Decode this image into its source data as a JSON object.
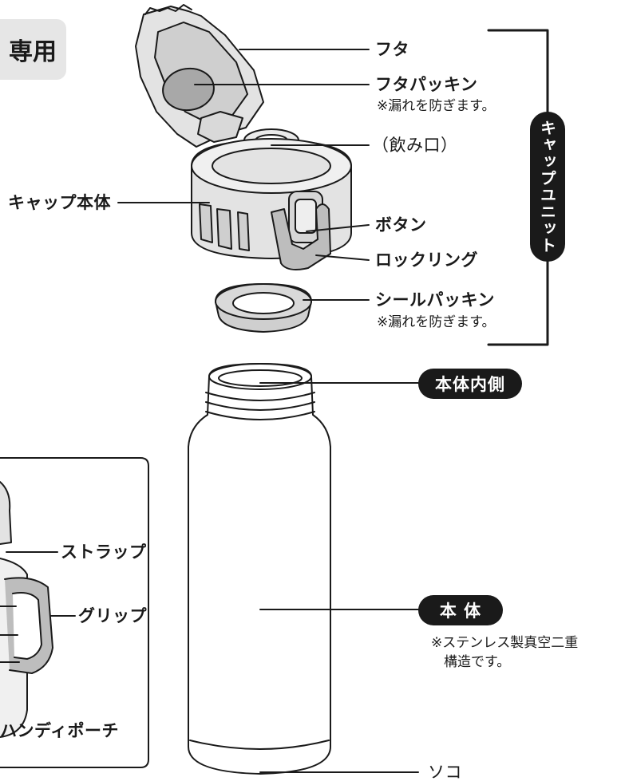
{
  "title_fragment": "専用",
  "labels": {
    "futa": "フタ",
    "futa_packing": "フタパッキン",
    "futa_packing_note": "※漏れを防ぎます。",
    "nomikuchi": "（飲み口）",
    "cap_body": "キャップ本体",
    "button": "ボタン",
    "lock_ring": "ロックリング",
    "seal_packing": "シールパッキン",
    "seal_packing_note": "※漏れを防ぎます。",
    "cap_unit": "キャップユニット",
    "inner": "本体内側",
    "body": "本 体",
    "body_note_1": "※ステンレス製真空二重",
    "body_note_2": "構造です。",
    "bottom": "ソコ",
    "strap": "ストラップ",
    "grip": "グリップ",
    "pouch": "ハンディポーチ"
  },
  "colors": {
    "ink": "#1a1a1a",
    "part_fill": "#e3e3e3",
    "part_dark": "#bdbdbd",
    "title_bg": "#e6e6e6"
  }
}
